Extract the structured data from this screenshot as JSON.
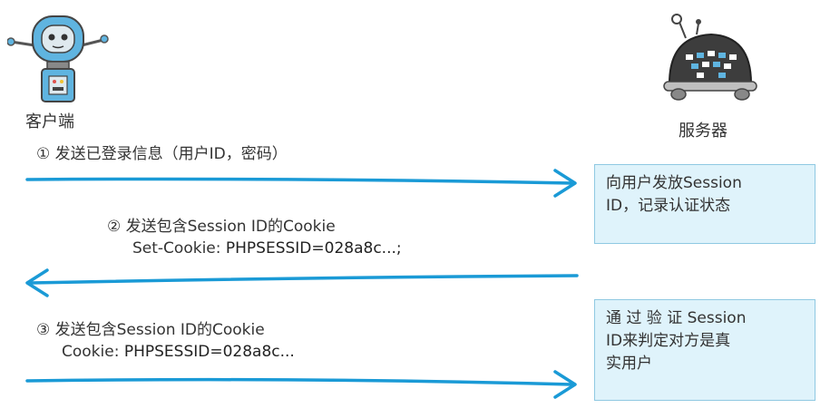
{
  "actors": {
    "client": {
      "label": "客户端",
      "icon": "client-robot-icon"
    },
    "server": {
      "label": "服务器",
      "icon": "server-robot-icon"
    }
  },
  "steps": [
    {
      "direction": "client-to-server",
      "title": "① 发送已登录信息（用户ID，密码）",
      "detail": ""
    },
    {
      "direction": "server-to-client",
      "title": "② 发送包含Session ID的Cookie",
      "detail_prefix": "Set-Cookie: ",
      "detail_value": "PHPSESSID=028a8c...;"
    },
    {
      "direction": "client-to-server",
      "title": "③ 发送包含Session ID的Cookie",
      "detail_prefix": "Cookie: ",
      "detail_value": "PHPSESSID=028a8c..."
    }
  ],
  "notes": [
    {
      "lines": [
        "向用户发放Session",
        "ID，记录认证状态"
      ]
    },
    {
      "lines": [
        "通 过 验 证 Session",
        "ID来判定对方是真",
        "实用户"
      ]
    }
  ],
  "colors": {
    "arrow": "#1a9ad6",
    "note_bg": "#dff3fb",
    "note_border": "#8fc9e2",
    "robot_client": "#5fb4e0",
    "robot_server": "#3d3d3d"
  }
}
